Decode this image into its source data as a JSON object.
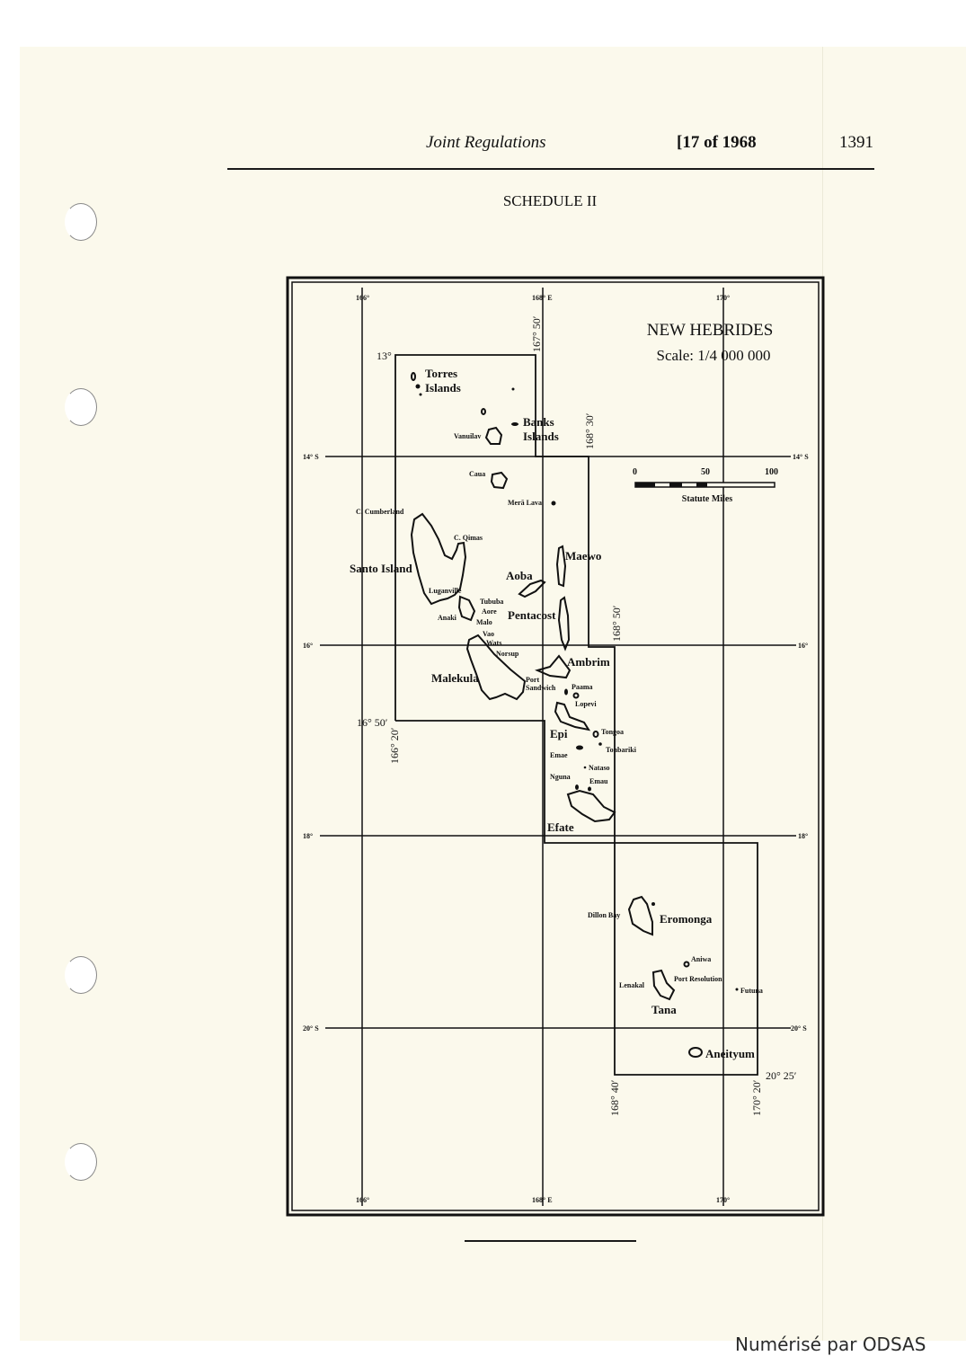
{
  "header": {
    "title": "Joint Regulations",
    "act": "[17 of 1968",
    "page_number": "1391"
  },
  "schedule_title": "SCHEDULE II",
  "map": {
    "title": "NEW HEBRIDES",
    "scale": "Scale: 1/4 000 000",
    "scale_bar": {
      "ticks": [
        "0",
        "50",
        "100"
      ],
      "unit": "Statute Miles"
    },
    "longitudes": {
      "top": [
        "166°",
        "168° E",
        "170°"
      ],
      "bottom": [
        "166°",
        "168° E",
        "170°"
      ]
    },
    "latitudes": {
      "left": [
        "14° S",
        "16°",
        "18°",
        "20° S"
      ],
      "right": [
        "14° S",
        "16°",
        "18°",
        "20° S"
      ]
    },
    "boundary_labels": [
      "13°",
      "167° 50′",
      "168° 30′",
      "168° 50′",
      "16° 50′",
      "166° 20′",
      "168° 40′",
      "170° 20′",
      "20° 25′"
    ],
    "places": {
      "torres": [
        "Torres",
        "Islands"
      ],
      "banks": [
        "Banks",
        "Islands"
      ],
      "vanuilav": "Vanuilav",
      "caua": "Caua",
      "mera_lava": "Merā Lava",
      "c_cumberland": "C. Cumberland",
      "c_qimas": "C. Qimas",
      "santo": "Santo Island",
      "maewo": "Maewo",
      "aoba": "Aoba",
      "luganville": "Luganville",
      "tububa": "Tububa",
      "aore": "Aore",
      "anaki": "Anaki",
      "malo": "Malo",
      "pentacost": "Pentacost",
      "vao": "Vao",
      "wats": "Wats",
      "norsup": "Norsup",
      "ambrim": "Ambrim",
      "malekula": "Malekula",
      "port_sandwich": [
        "Port",
        "Sandwich"
      ],
      "paama": "Paama",
      "lopevi": "Lopevi",
      "epi": "Epi",
      "tongoa": "Tongoa",
      "tonbariki": "Tonbariki",
      "emae": "Emae",
      "nataso": "Nataso",
      "nguna": "Nguna",
      "emau": "Emau",
      "efate": "Efate",
      "dillon_bay": "Dillon Bay",
      "eromonga": "Eromonga",
      "aniwa": "Aniwa",
      "port_resolution": "Port Resolution",
      "futuna": "Futuna",
      "lenakal": "Lenakal",
      "tana": "Tana",
      "aneityum": "Aneityum"
    }
  },
  "watermark": "Numérisé par ODSAS"
}
